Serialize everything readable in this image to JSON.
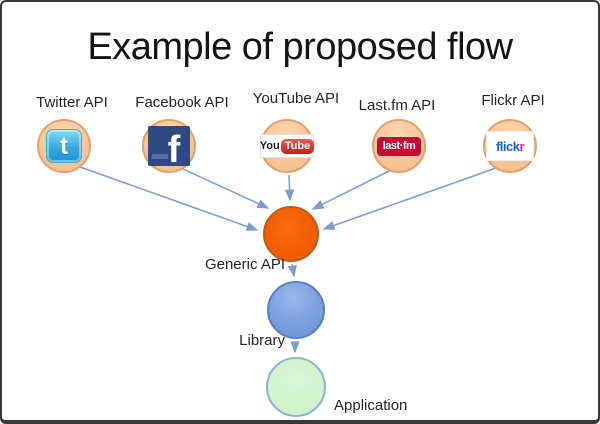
{
  "slide": {
    "title": "Example of proposed flow",
    "api_nodes": {
      "twitter": {
        "label": "Twitter API",
        "icon_text": "t"
      },
      "facebook": {
        "label": "Facebook API",
        "icon_text": "f"
      },
      "youtube": {
        "label": "YouTube API",
        "icon_text_you": "You",
        "icon_text_tube": "Tube"
      },
      "lastfm": {
        "label": "Last.fm API",
        "icon_text": "last·fm"
      },
      "flickr": {
        "label": "Flickr API",
        "icon_text_flick": "flick",
        "icon_text_r": "r"
      }
    },
    "flow_nodes": {
      "generic_api": {
        "label": "Generic API",
        "color": "#f05a03"
      },
      "library": {
        "label": "Library",
        "color": "#7ea3e0"
      },
      "application": {
        "label": "Application",
        "color": "#cbf1c7"
      }
    },
    "colors": {
      "api_circle_fill": "#f9c697",
      "api_circle_border": "#e2a270",
      "arrow": "#7b9cd0",
      "slide_border": "#383838",
      "twitter_blue": "#36a9dd",
      "facebook_navy": "#2e4a80",
      "youtube_red": "#c0231b",
      "lastfm_red": "#c40a38",
      "flickr_blue": "#1663d8",
      "flickr_pink": "#f2179c"
    }
  }
}
